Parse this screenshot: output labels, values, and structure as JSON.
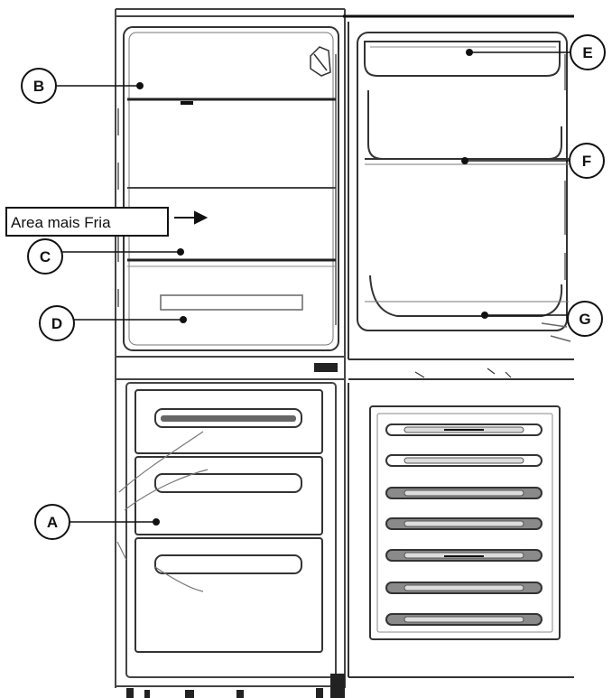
{
  "callouts": {
    "A": "A",
    "B": "B",
    "C": "C",
    "D": "D",
    "E": "E",
    "F": "F",
    "G": "G"
  },
  "area_label": "Area mais Fria",
  "colors": {
    "line": "#111111",
    "frame": "#444444",
    "shelf": "#222222",
    "handle_dark": "#8a8a8a",
    "handle_light": "#d6d6d6",
    "background": "#ffffff"
  }
}
